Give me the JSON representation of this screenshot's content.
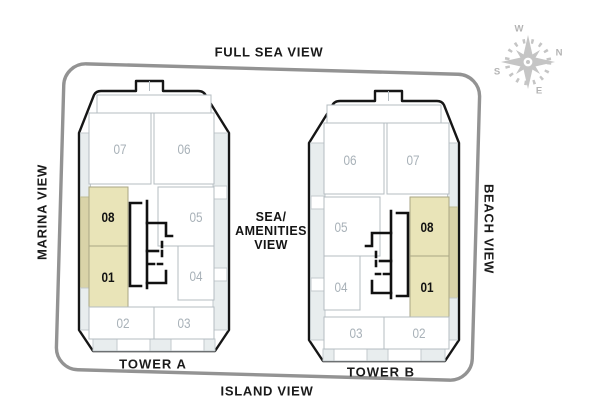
{
  "views": {
    "top": "FULL SEA VIEW",
    "left": "MARINA VIEW",
    "right": "BEACH VIEW",
    "bottom": "ISLAND VIEW",
    "center": [
      "SEA/",
      "AMENITIES",
      "VIEW"
    ]
  },
  "compass": {
    "w": "W",
    "n": "N",
    "s": "S",
    "e": "E"
  },
  "towers": [
    {
      "label": "TOWER A",
      "units": [
        {
          "number": "07",
          "highlighted": false
        },
        {
          "number": "06",
          "highlighted": false
        },
        {
          "number": "08",
          "highlighted": true
        },
        {
          "number": "05",
          "highlighted": false
        },
        {
          "number": "01",
          "highlighted": true
        },
        {
          "number": "04",
          "highlighted": false
        },
        {
          "number": "02",
          "highlighted": false
        },
        {
          "number": "03",
          "highlighted": false
        }
      ]
    },
    {
      "label": "TOWER B",
      "units": [
        {
          "number": "06",
          "highlighted": false
        },
        {
          "number": "07",
          "highlighted": false
        },
        {
          "number": "05",
          "highlighted": false
        },
        {
          "number": "08",
          "highlighted": true
        },
        {
          "number": "04",
          "highlighted": false
        },
        {
          "number": "01",
          "highlighted": true
        },
        {
          "number": "03",
          "highlighted": false
        },
        {
          "number": "02",
          "highlighted": false
        }
      ]
    }
  ],
  "colors": {
    "highlight_unit": "#e9e4b8",
    "highlight_balcony": "#d9d3a8",
    "balcony_gray": "#e8edee",
    "unit_number_muted": "#a8b1b8",
    "plan_outline": "#161616",
    "boundary_gray": "#939393",
    "compass_gray": "#c5c5c5"
  }
}
